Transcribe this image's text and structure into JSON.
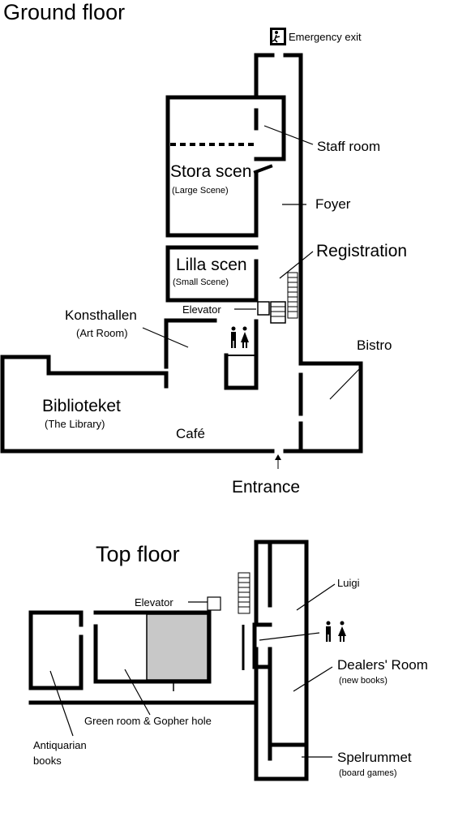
{
  "ground_floor": {
    "title": "Ground floor",
    "emergency_exit": "Emergency exit",
    "staff_room": "Staff room",
    "stora_scen": "Stora scen",
    "large_scene": "(Large Scene)",
    "foyer": "Foyer",
    "registration": "Registration",
    "lilla_scen": "Lilla scen",
    "small_scene": "(Small Scene)",
    "elevator": "Elevator",
    "konsthallen": "Konsthallen",
    "art_room": "(Art Room)",
    "bistro": "Bistro",
    "biblioteket": "Biblioteket",
    "the_library": "(The Library)",
    "cafe": "Café",
    "entrance": "Entrance"
  },
  "top_floor": {
    "title": "Top floor",
    "elevator": "Elevator",
    "luigi": "Luigi",
    "dealers_room": "Dealers' Room",
    "new_books": "(new books)",
    "green_room": "Green room & Gopher hole",
    "antiquarian_line1": "Antiquarian",
    "antiquarian_line2": "books",
    "spelrummet": "Spelrummet",
    "board_games": "(board games)"
  },
  "icons": [
    "emergency-exit-icon",
    "restroom-icon",
    "stairs-icon",
    "arrow-up-icon"
  ],
  "colors": {
    "walls": "#000000",
    "shaded_room": "#c8c8c8",
    "background": "#ffffff"
  }
}
